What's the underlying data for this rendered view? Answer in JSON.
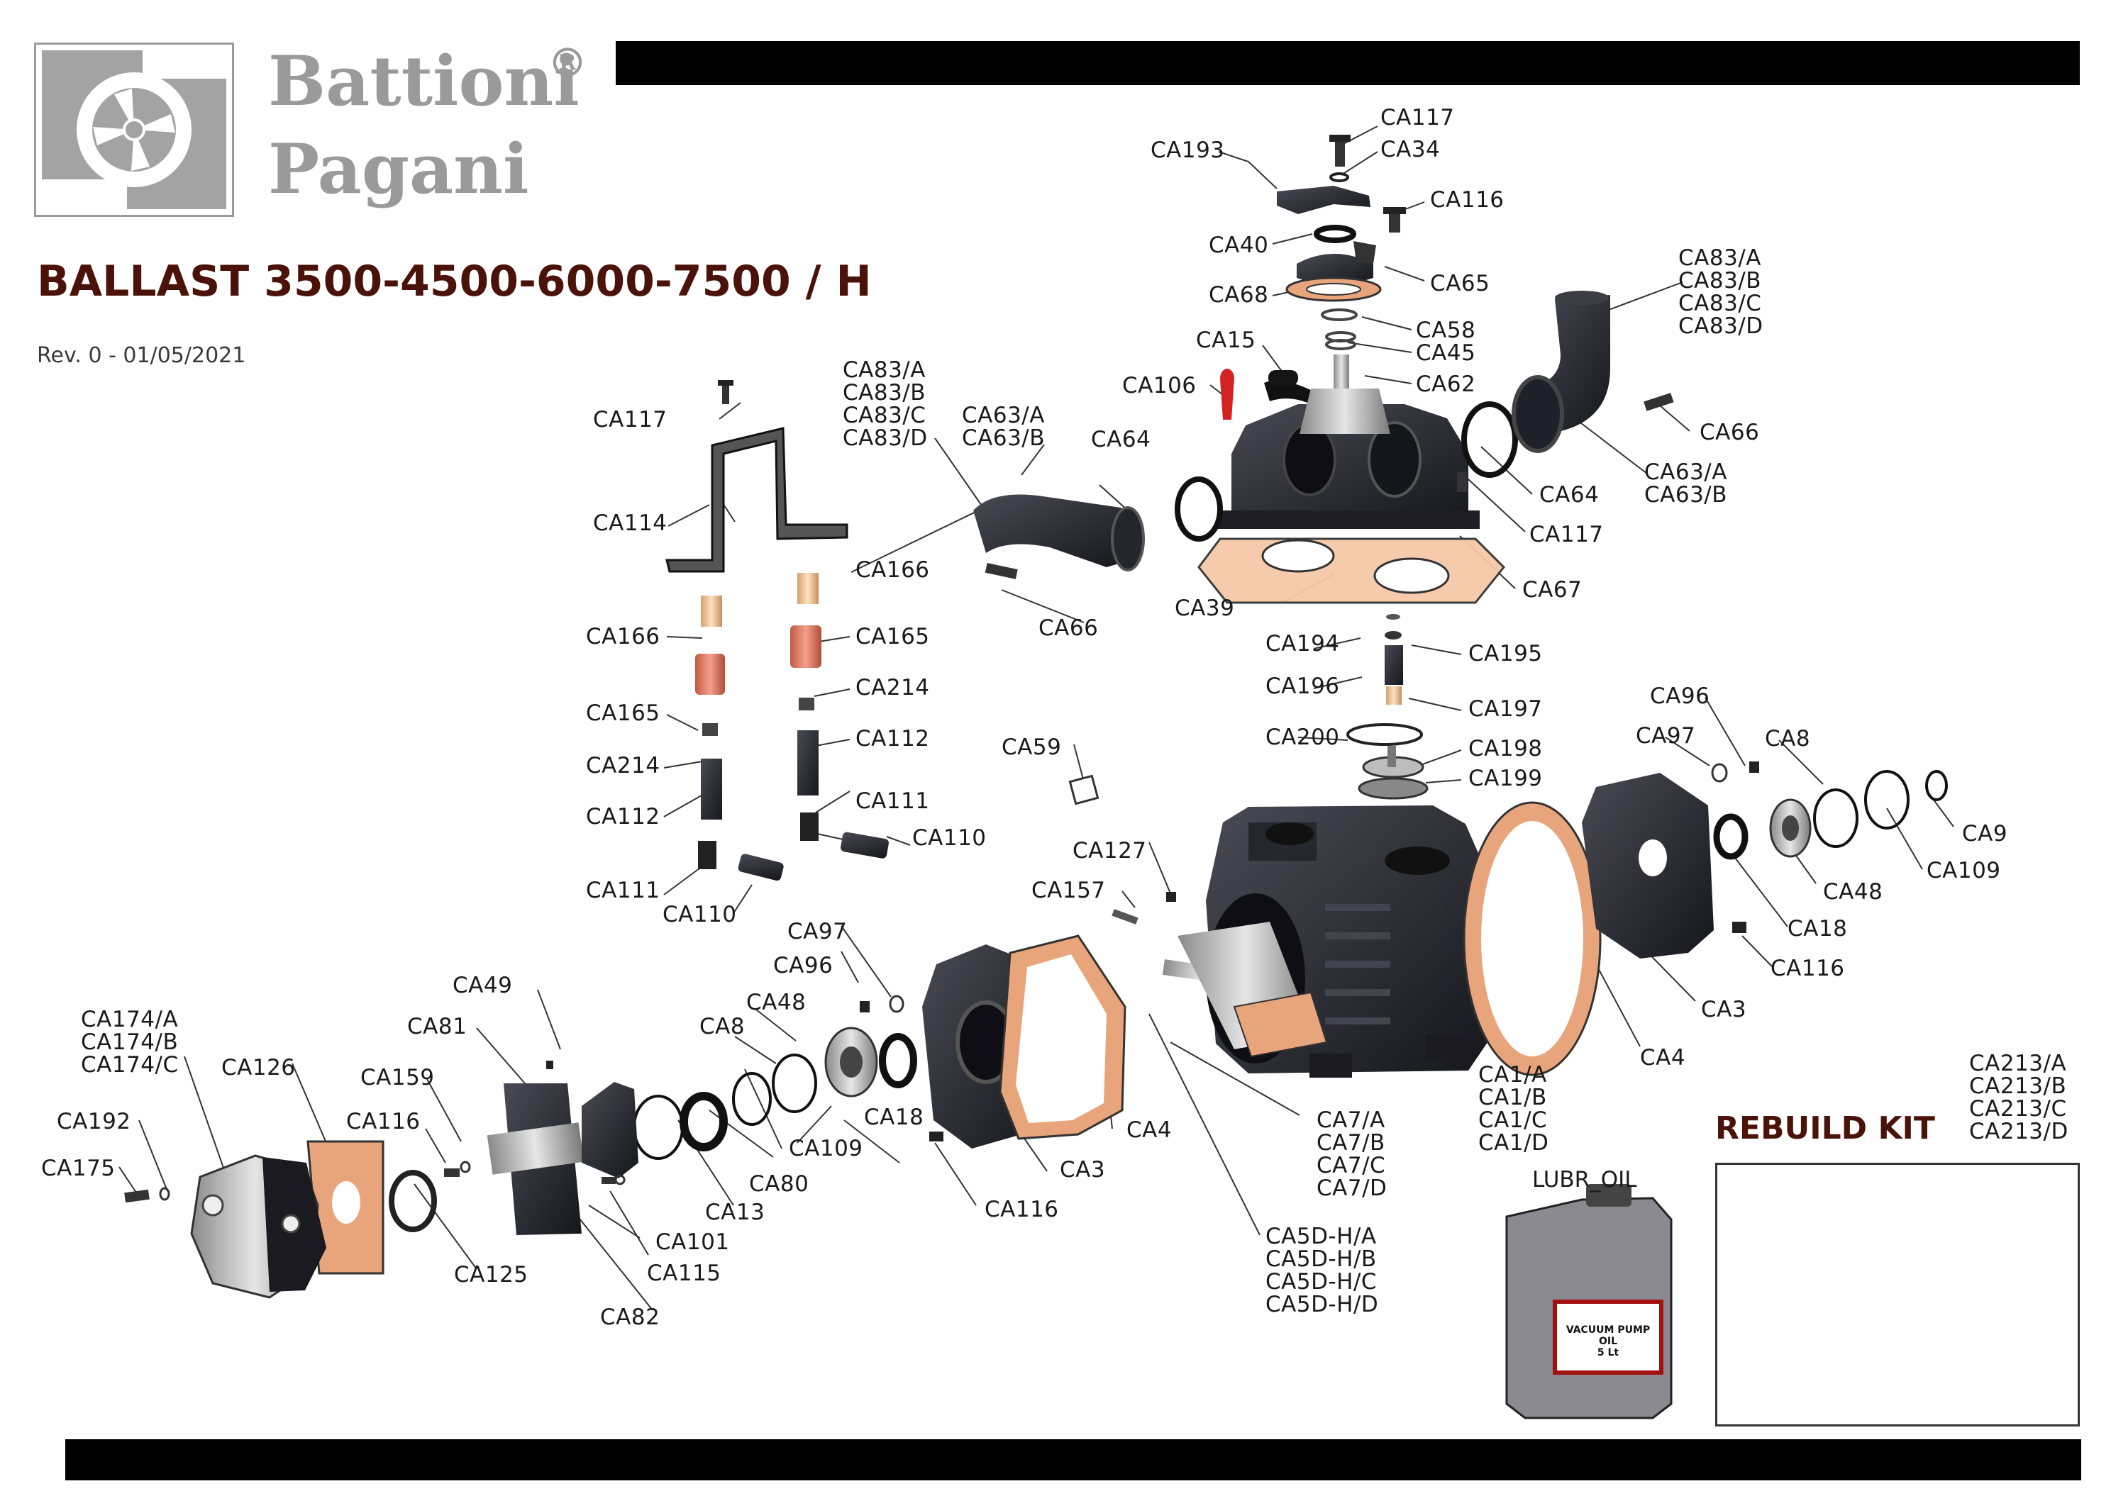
{
  "brand": {
    "line1": "Battioni",
    "reg": "®",
    "line2": "Pagani"
  },
  "header": {
    "title": "BALLAST 3500-4500-6000-7500 / H",
    "revision": "Rev. 0 - 01/05/2021"
  },
  "rebuild_kit": {
    "title": "REBUILD KIT",
    "codes": [
      "CA213/A",
      "CA213/B",
      "CA213/C",
      "CA213/D"
    ]
  },
  "lubricant": {
    "label": "LUBR_OIL",
    "can_text_1": "VACUUM PUMP OIL",
    "can_text_2": "5 Lt"
  },
  "parts": {
    "ca117_top": [
      "CA117"
    ],
    "ca34": [
      "CA34"
    ],
    "ca193": [
      "CA193"
    ],
    "ca116_top": [
      "CA116"
    ],
    "ca40": [
      "CA40"
    ],
    "ca65": [
      "CA65"
    ],
    "ca68": [
      "CA68"
    ],
    "ca58": [
      "CA58"
    ],
    "ca45": [
      "CA45"
    ],
    "ca15": [
      "CA15"
    ],
    "ca62": [
      "CA62"
    ],
    "ca106": [
      "CA106"
    ],
    "ca83_right": [
      "CA83/A",
      "CA83/B",
      "CA83/C",
      "CA83/D"
    ],
    "ca66_right": [
      "CA66"
    ],
    "ca63_right": [
      "CA63/A",
      "CA63/B"
    ],
    "ca64_right": [
      "CA64"
    ],
    "ca117_right": [
      "CA117"
    ],
    "ca67": [
      "CA67"
    ],
    "ca39": [
      "CA39"
    ],
    "ca83_left": [
      "CA83/A",
      "CA83/B",
      "CA83/C",
      "CA83/D"
    ],
    "ca63_left": [
      "CA63/A",
      "CA63/B"
    ],
    "ca64_left": [
      "CA64"
    ],
    "ca66_left": [
      "CA66"
    ],
    "ca117_left": [
      "CA117"
    ],
    "ca114": [
      "CA114"
    ],
    "ca166_right": [
      "CA166"
    ],
    "ca166_left": [
      "CA166"
    ],
    "ca165_right": [
      "CA165"
    ],
    "ca165_left": [
      "CA165"
    ],
    "ca214_right": [
      "CA214"
    ],
    "ca214_left": [
      "CA214"
    ],
    "ca112_right": [
      "CA112"
    ],
    "ca112_left": [
      "CA112"
    ],
    "ca111_right": [
      "CA111"
    ],
    "ca111_left": [
      "CA111"
    ],
    "ca110_right": [
      "CA110"
    ],
    "ca110_left": [
      "CA110"
    ],
    "ca194": [
      "CA194"
    ],
    "ca195": [
      "CA195"
    ],
    "ca196": [
      "CA196"
    ],
    "ca197": [
      "CA197"
    ],
    "ca200": [
      "CA200"
    ],
    "ca198": [
      "CA198"
    ],
    "ca199": [
      "CA199"
    ],
    "ca59": [
      "CA59"
    ],
    "ca127": [
      "CA127"
    ],
    "ca157": [
      "CA157"
    ],
    "ca96_right": [
      "CA96"
    ],
    "ca97_right": [
      "CA97"
    ],
    "ca8_right": [
      "CA8"
    ],
    "ca9": [
      "CA9"
    ],
    "ca109_right": [
      "CA109"
    ],
    "ca48_right": [
      "CA48"
    ],
    "ca18_right": [
      "CA18"
    ],
    "ca116_right": [
      "CA116"
    ],
    "ca3_right": [
      "CA3"
    ],
    "ca4_right": [
      "CA4"
    ],
    "ca1": [
      "CA1/A",
      "CA1/B",
      "CA1/C",
      "CA1/D"
    ],
    "ca7": [
      "CA7/A",
      "CA7/B",
      "CA7/C",
      "CA7/D"
    ],
    "ca5d": [
      "CA5D-H/A",
      "CA5D-H/B",
      "CA5D-H/C",
      "CA5D-H/D"
    ],
    "ca97_left": [
      "CA97"
    ],
    "ca96_left": [
      "CA96"
    ],
    "ca48_left": [
      "CA48"
    ],
    "ca8_left": [
      "CA8"
    ],
    "ca109_left": [
      "CA109"
    ],
    "ca18_left": [
      "CA18"
    ],
    "ca80": [
      "CA80"
    ],
    "ca13": [
      "CA13"
    ],
    "ca3_left": [
      "CA3"
    ],
    "ca4_left": [
      "CA4"
    ],
    "ca116_mid": [
      "CA116"
    ],
    "ca49": [
      "CA49"
    ],
    "ca81": [
      "CA81"
    ],
    "ca101": [
      "CA101"
    ],
    "ca115": [
      "CA115"
    ],
    "ca82": [
      "CA82"
    ],
    "ca174": [
      "CA174/A",
      "CA174/B",
      "CA174/C"
    ],
    "ca126": [
      "CA126"
    ],
    "ca159": [
      "CA159"
    ],
    "ca116_left": [
      "CA116"
    ],
    "ca192": [
      "CA192"
    ],
    "ca175": [
      "CA175"
    ],
    "ca125": [
      "CA125"
    ]
  },
  "colors": {
    "ink": "#1a1a1a",
    "title": "#4a1208",
    "gasket": "#e8a57c",
    "brass": "#e9c191",
    "part_dark": "#2b2b33",
    "logo_gray": "#9a9a9a"
  }
}
